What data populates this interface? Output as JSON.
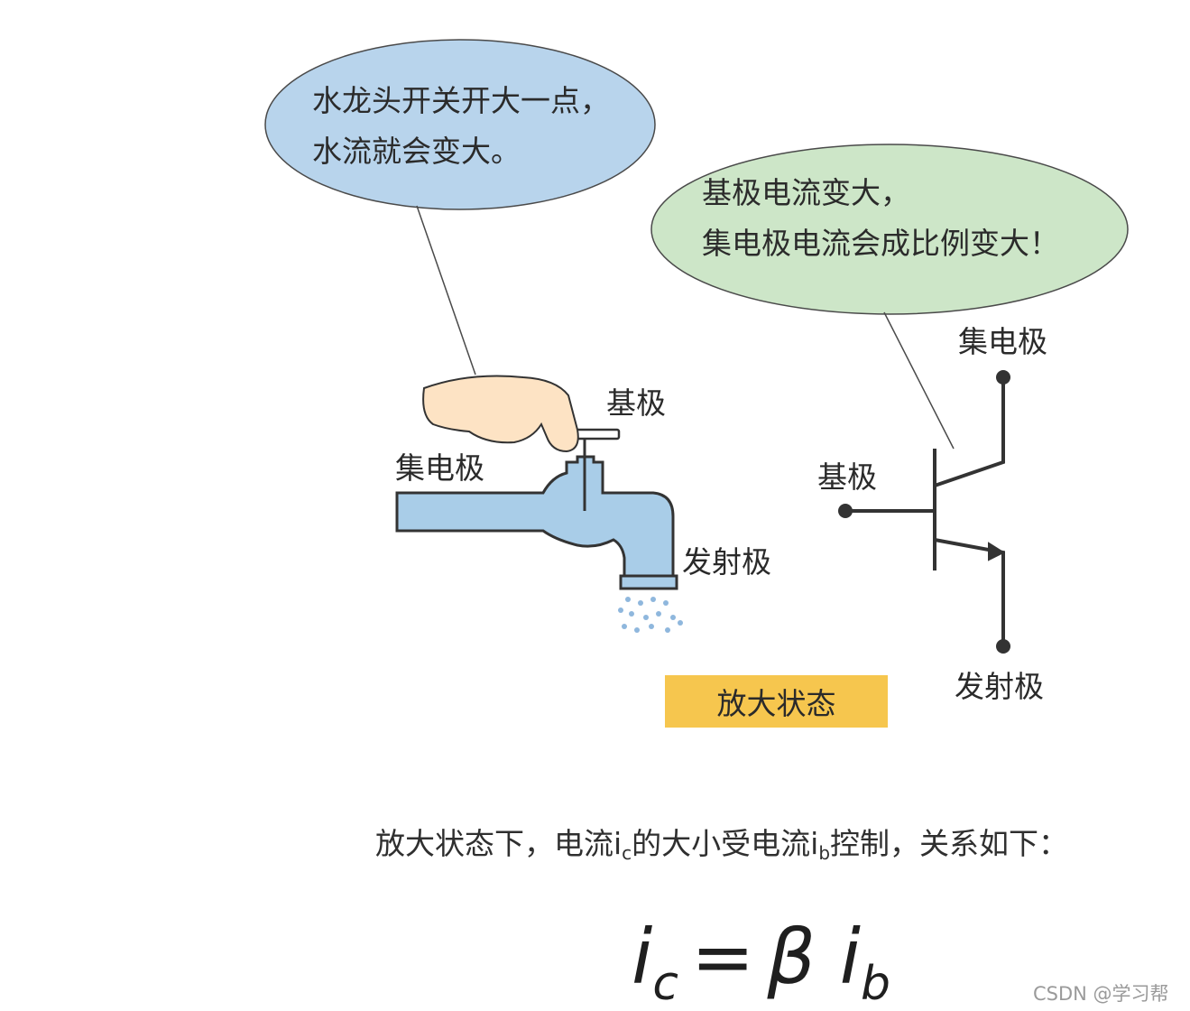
{
  "bubbles": {
    "faucet": {
      "line1": "水龙头开关开大一点，",
      "line2": "水流就会变大。",
      "color": "#b8d4ec"
    },
    "transistor": {
      "line1": "基极电流变大，",
      "line2": "集电极电流会成比例变大！",
      "color": "#cde6c8"
    }
  },
  "faucet_labels": {
    "base": "基极",
    "collector": "集电极",
    "emitter": "发射极"
  },
  "transistor_labels": {
    "collector": "集电极",
    "base": "基极",
    "emitter": "发射极"
  },
  "state": {
    "label": "放大状态",
    "color": "#f6c64e"
  },
  "description": {
    "prefix": "放大状态下，电流i",
    "sub1": "c",
    "middle": "的大小受电流i",
    "sub2": "b",
    "suffix": "控制，关系如下："
  },
  "formula": {
    "lhs": "i",
    "lhs_sub": "c",
    "op": "=",
    "coef": "β",
    "rhs": "i",
    "rhs_sub": "b"
  },
  "watermark": "CSDN @学习帮",
  "colors": {
    "water": "#a9cde8",
    "pipe_outline": "#333333",
    "skin": "#fde3c4"
  }
}
